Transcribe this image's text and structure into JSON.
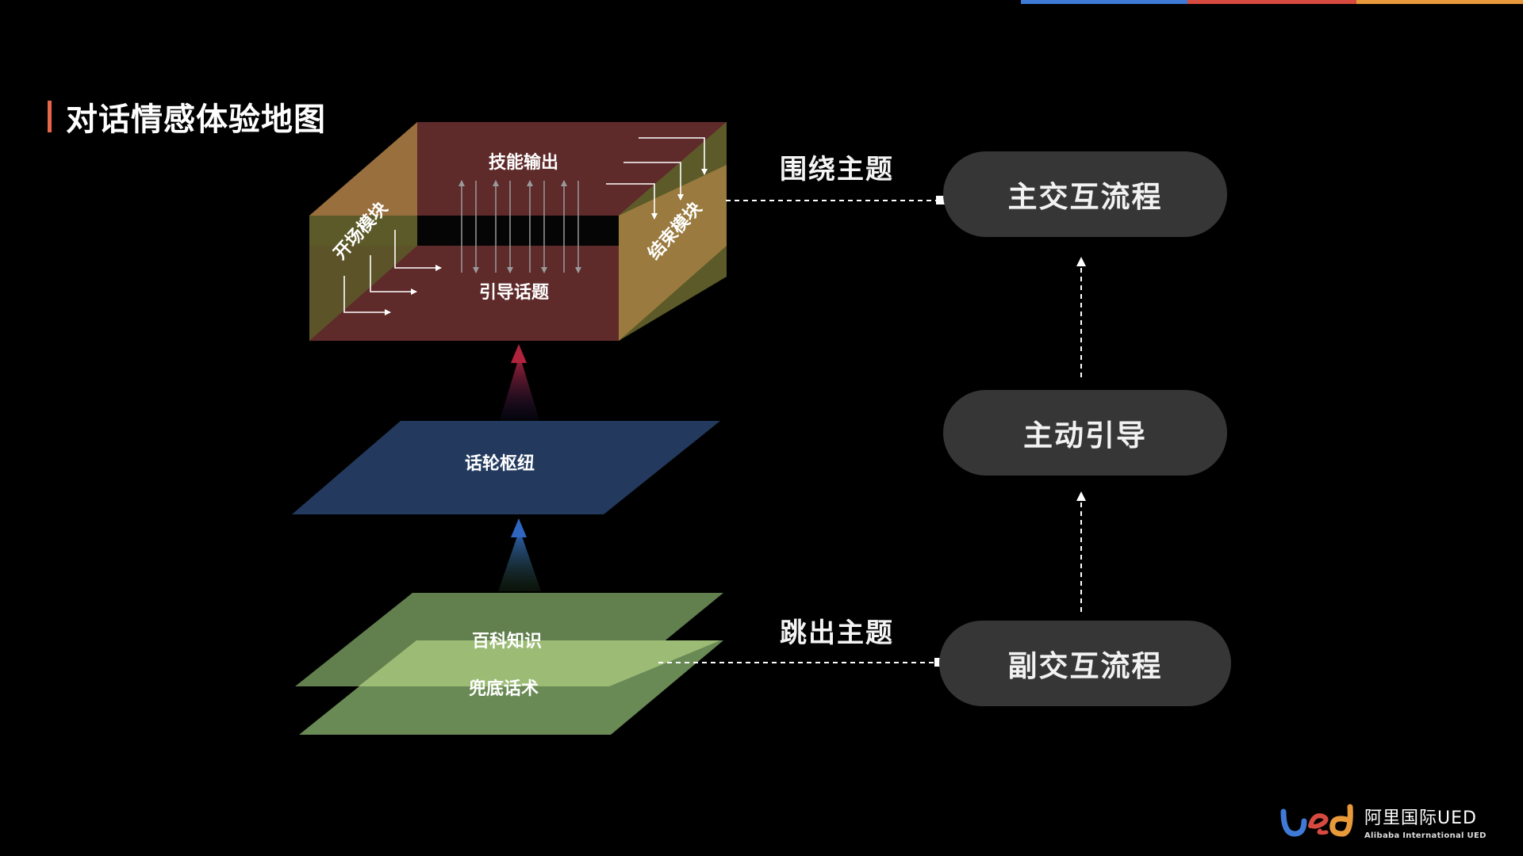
{
  "slide": {
    "title": "对话情感体验地图"
  },
  "colors": {
    "accent_blue": "#3f7bd6",
    "accent_red": "#d64a3f",
    "accent_orange": "#e89a3a",
    "title_bar": "#e8674a",
    "pill_bg": "#363636"
  },
  "box": {
    "top_label": "技能输出",
    "bottom_label": "引导话题",
    "left_label": "开场模块",
    "right_label": "结束模块"
  },
  "layers": {
    "middle": "话轮枢纽",
    "upper_green": "百科知识",
    "lower_green": "兜底话术"
  },
  "flow": {
    "main": "主交互流程",
    "guide": "主动引导",
    "sub": "副交互流程",
    "label_around": "围绕主题",
    "label_out": "跳出主题"
  },
  "logo": {
    "text_cn": "阿里国际UED",
    "text_en": "Alibaba International UED"
  }
}
